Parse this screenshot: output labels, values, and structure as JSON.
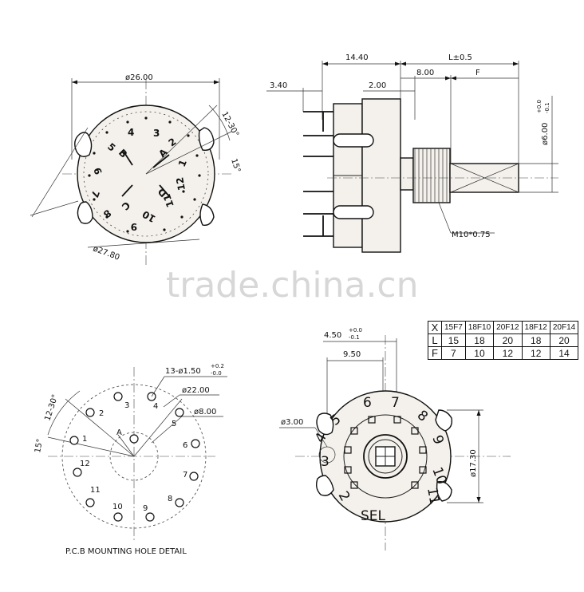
{
  "front_view": {
    "diameter_label": "ø26.00",
    "outer_diameter_label": "ø27.80",
    "angle_label": "12-30°",
    "angle2_label": "15°",
    "terminals": [
      "1",
      "2",
      "3",
      "4",
      "5",
      "6",
      "7",
      "8",
      "9",
      "10",
      "11",
      "12"
    ],
    "poles": [
      "A",
      "B",
      "C",
      "D"
    ]
  },
  "side_view": {
    "dim_body": "14.40",
    "dim_shaft": "L±0.5",
    "dim_offset": "3.40",
    "dim_flange": "2.00",
    "dim_thread": "8.00",
    "dim_flat": "F",
    "shaft_dia": "ø6.00",
    "shaft_tol_top": "+0.0",
    "shaft_tol_bot": "-0.1",
    "thread_label": "M10*0.75"
  },
  "pcb_view": {
    "caption": "P.C.B MOUNTING HOLE DETAIL",
    "holes_label": "13-ø1.50",
    "holes_tol_top": "+0.2",
    "holes_tol_bot": "-0.0",
    "dia22": "ø22.00",
    "dia8": "ø8.00",
    "angle_label": "12-30°",
    "angle2_label": "15°",
    "holes": [
      "1",
      "2",
      "3",
      "4",
      "5",
      "6",
      "7",
      "8",
      "9",
      "10",
      "11",
      "12"
    ],
    "center": "A"
  },
  "rear_view": {
    "dim_key": "4.50",
    "key_tol_top": "+0.0",
    "key_tol_bot": "-0.1",
    "dim_width": "9.50",
    "dim_hole": "ø3.00",
    "dim_height": "ø17.30",
    "brand": "SEL",
    "terminals": [
      "2",
      "3",
      "4",
      "5",
      "6",
      "7",
      "8",
      "9",
      "10",
      "11"
    ]
  },
  "spec_table": {
    "headers": [
      "X",
      "15F7",
      "18F10",
      "20F12",
      "18F12",
      "20F14"
    ],
    "row_L": [
      "L",
      "15",
      "18",
      "20",
      "18",
      "20"
    ],
    "row_F": [
      "F",
      "7",
      "10",
      "12",
      "12",
      "14"
    ]
  },
  "watermark": "trade.china.cn"
}
